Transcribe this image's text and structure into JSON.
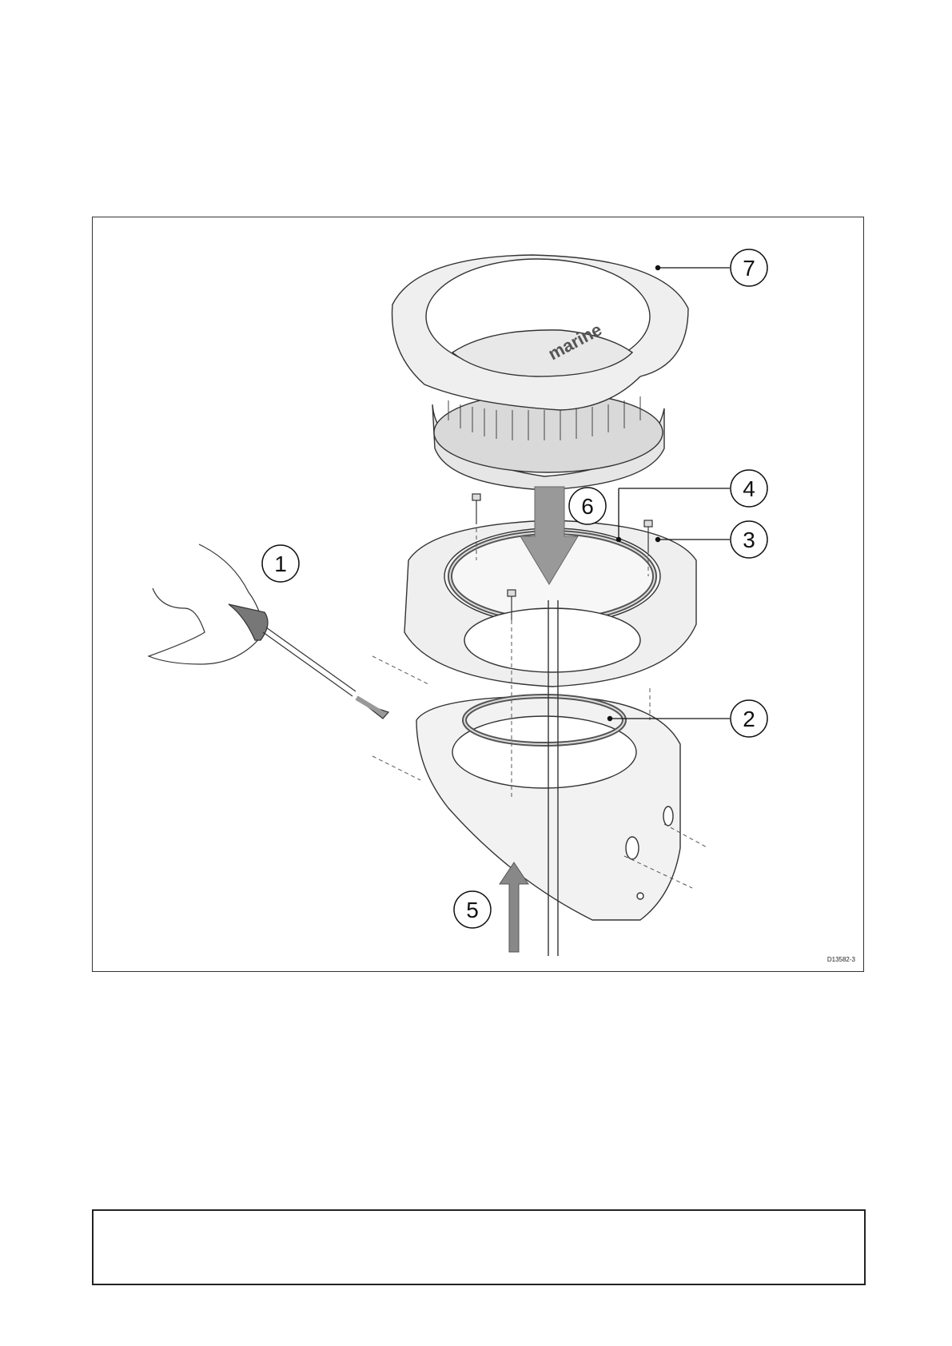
{
  "figure": {
    "callouts": {
      "c1": "1",
      "c2": "2",
      "c3": "3",
      "c4": "4",
      "c5": "5",
      "c6": "6",
      "c7": "7"
    },
    "brand_text": "marine",
    "reference_code": "D13582-3"
  },
  "caption_box": {
    "text": ""
  }
}
